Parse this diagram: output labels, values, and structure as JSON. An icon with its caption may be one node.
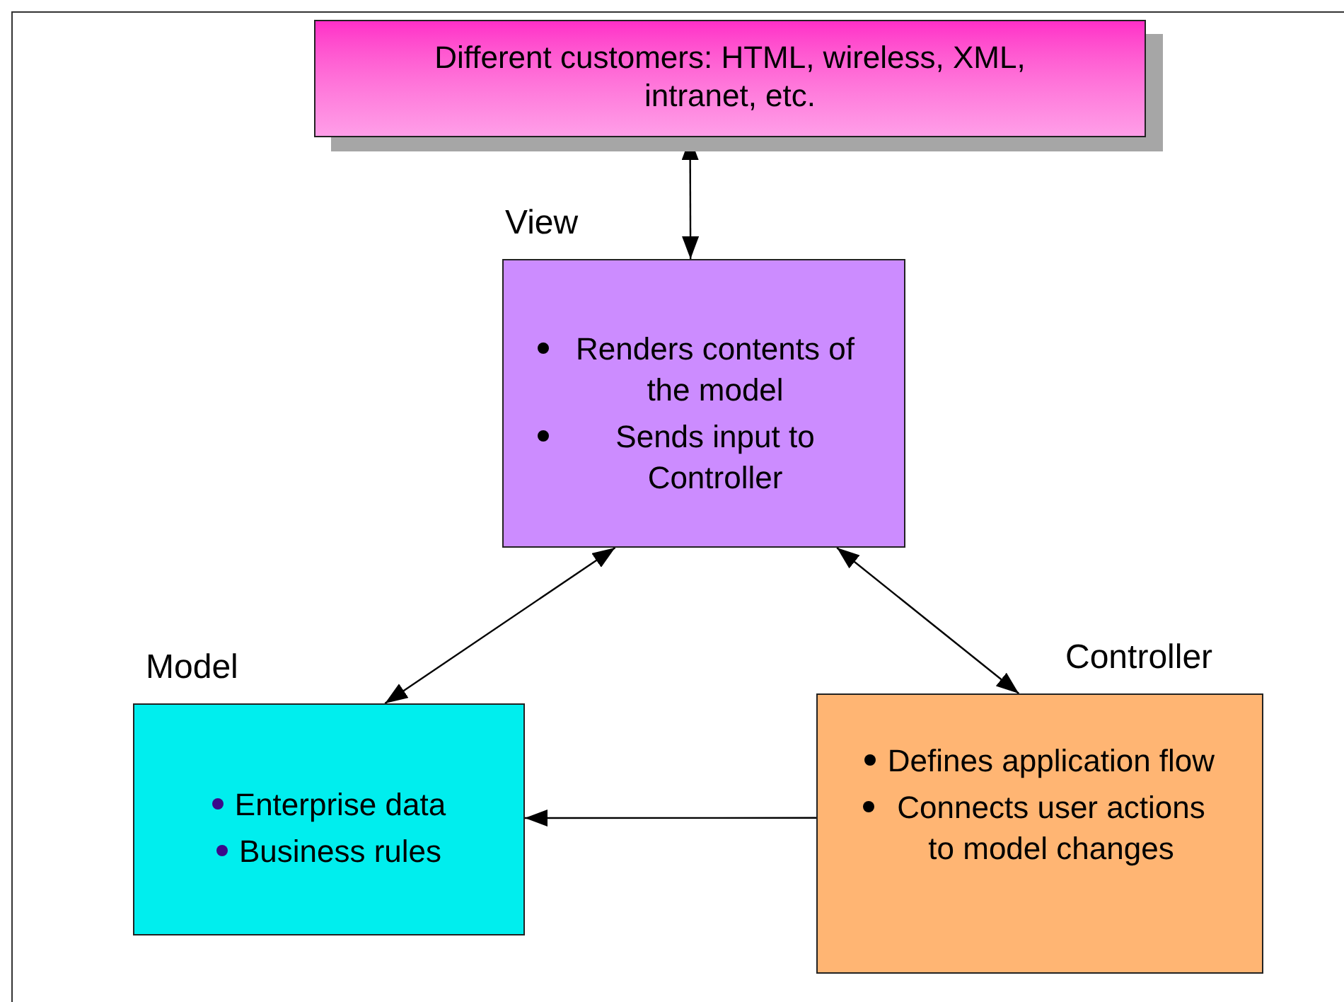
{
  "diagram": {
    "nodes": [
      {
        "text": [
          "Different customers: HTML, wireless, XML, intranet, etc."
        ]
      },
      {
        "text": [
          "View",
          "Renders contents of the model",
          "Sends input to Controller"
        ]
      },
      {
        "text": [
          "Model",
          "Enterprise data",
          "Business rules"
        ]
      },
      {
        "text": [
          "Controller",
          "Defines application flow",
          "Connects user actions to model changes"
        ]
      }
    ],
    "edges": [
      {
        "from": 0,
        "to": 1,
        "arrow": "both"
      },
      {
        "from": 1,
        "to": 2,
        "arrow": "both"
      },
      {
        "from": 1,
        "to": 3,
        "arrow": "both"
      },
      {
        "from": 3,
        "to": 2,
        "arrow": "to"
      }
    ]
  }
}
